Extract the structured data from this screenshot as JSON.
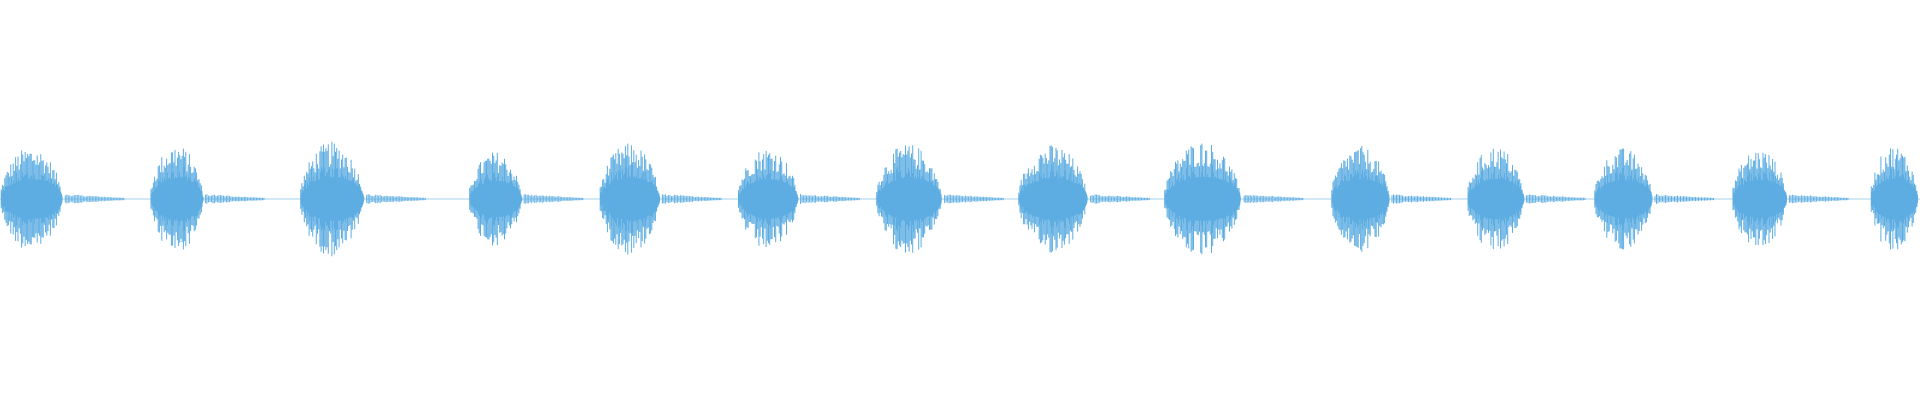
{
  "waveform": {
    "color": "#5dade2",
    "background": "#ffffff",
    "bursts": [
      {
        "start": 0.0,
        "end": 0.034,
        "amp": 0.75
      },
      {
        "start": 0.078,
        "end": 0.107,
        "amp": 0.78
      },
      {
        "start": 0.156,
        "end": 0.191,
        "amp": 0.82
      },
      {
        "start": 0.244,
        "end": 0.273,
        "amp": 0.68
      },
      {
        "start": 0.312,
        "end": 0.345,
        "amp": 0.8
      },
      {
        "start": 0.384,
        "end": 0.417,
        "amp": 0.74
      },
      {
        "start": 0.456,
        "end": 0.492,
        "amp": 0.79
      },
      {
        "start": 0.53,
        "end": 0.568,
        "amp": 0.78
      },
      {
        "start": 0.606,
        "end": 0.648,
        "amp": 0.83
      },
      {
        "start": 0.693,
        "end": 0.725,
        "amp": 0.76
      },
      {
        "start": 0.764,
        "end": 0.795,
        "amp": 0.76
      },
      {
        "start": 0.83,
        "end": 0.862,
        "amp": 0.73
      },
      {
        "start": 0.902,
        "end": 0.932,
        "amp": 0.72
      },
      {
        "start": 0.974,
        "end": 1.0,
        "amp": 0.77
      }
    ]
  }
}
